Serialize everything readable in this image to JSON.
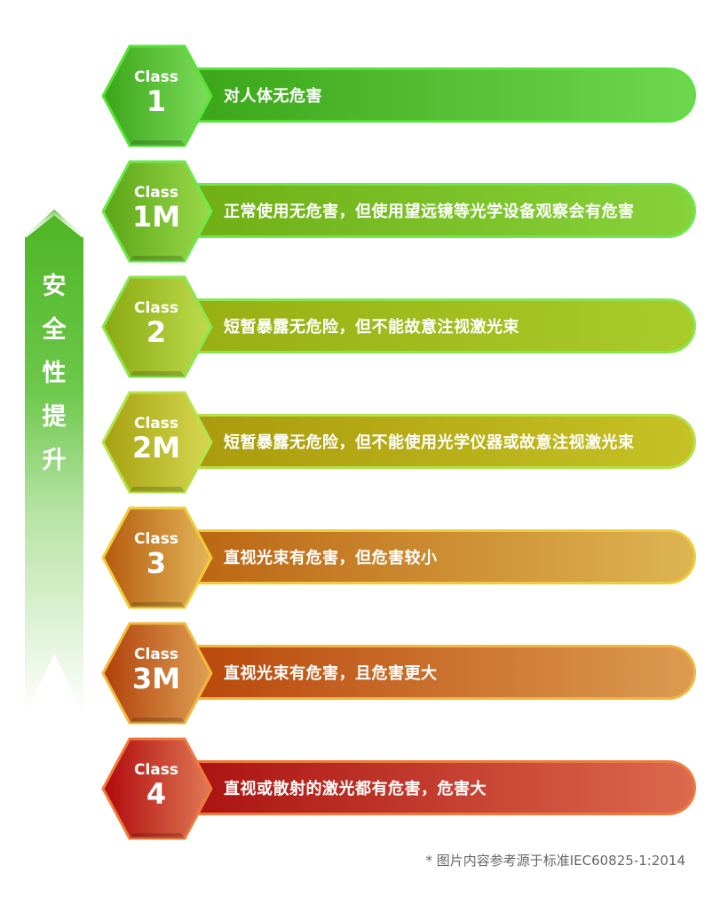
{
  "sidebar": {
    "label_chars": [
      "安",
      "全",
      "性",
      "提",
      "升"
    ],
    "label": "安全性提升",
    "color_top": "#4fb828",
    "color_bottom": "#ffffff"
  },
  "classes": [
    {
      "class_word": "Class",
      "number": "1",
      "description": "对人体无危害",
      "hex_dark": "#3aa519",
      "hex_light": "#7ddd5a",
      "bar_left": "#3aa517",
      "bar_right": "#6fd650",
      "border": "#5ae23a"
    },
    {
      "class_word": "Class",
      "number": "1M",
      "description": "正常使用无危害，但使用望远镜等光学设备观察会有危害",
      "hex_dark": "#5aa516",
      "hex_light": "#9ad94a",
      "bar_left": "#6fae14",
      "bar_right": "#86d23b",
      "border": "#6ee84a"
    },
    {
      "class_word": "Class",
      "number": "2",
      "description": "短暂暴露无危险，但不能故意注视激光束",
      "hex_dark": "#8aa80f",
      "hex_light": "#bedb4d",
      "bar_left": "#98ae11",
      "bar_right": "#a9cc2a",
      "border": "#8ae64f"
    },
    {
      "class_word": "Class",
      "number": "2M",
      "description": "短暂暴露无危险，但不能使用光学仪器或故意注视激光束",
      "hex_dark": "#a5a010",
      "hex_light": "#d5d84f",
      "bar_left": "#a99a0c",
      "bar_right": "#c6c225",
      "border": "#b4e24a"
    },
    {
      "class_word": "Class",
      "number": "3",
      "description": "直视光束有危害，但危害较小",
      "hex_dark": "#b45a0c",
      "hex_light": "#e3b75a",
      "bar_left": "#bb6311",
      "bar_right": "#ddb553",
      "border": "#f0cc3a"
    },
    {
      "class_word": "Class",
      "number": "3M",
      "description": "直视光束有危害，且危害更大",
      "hex_dark": "#b0400a",
      "hex_light": "#e0a155",
      "bar_left": "#b84509",
      "bar_right": "#dc9b52",
      "border": "#f1b83c"
    },
    {
      "class_word": "Class",
      "number": "4",
      "description": "直视或散射的激光都有危害，危害大",
      "hex_dark": "#b0080c",
      "hex_light": "#e07a55",
      "bar_left": "#a9100f",
      "bar_right": "#dc6a4e",
      "border": "#f07a3c"
    }
  ],
  "footnote": "* 图片内容参考源于标准IEC60825-1:2014"
}
